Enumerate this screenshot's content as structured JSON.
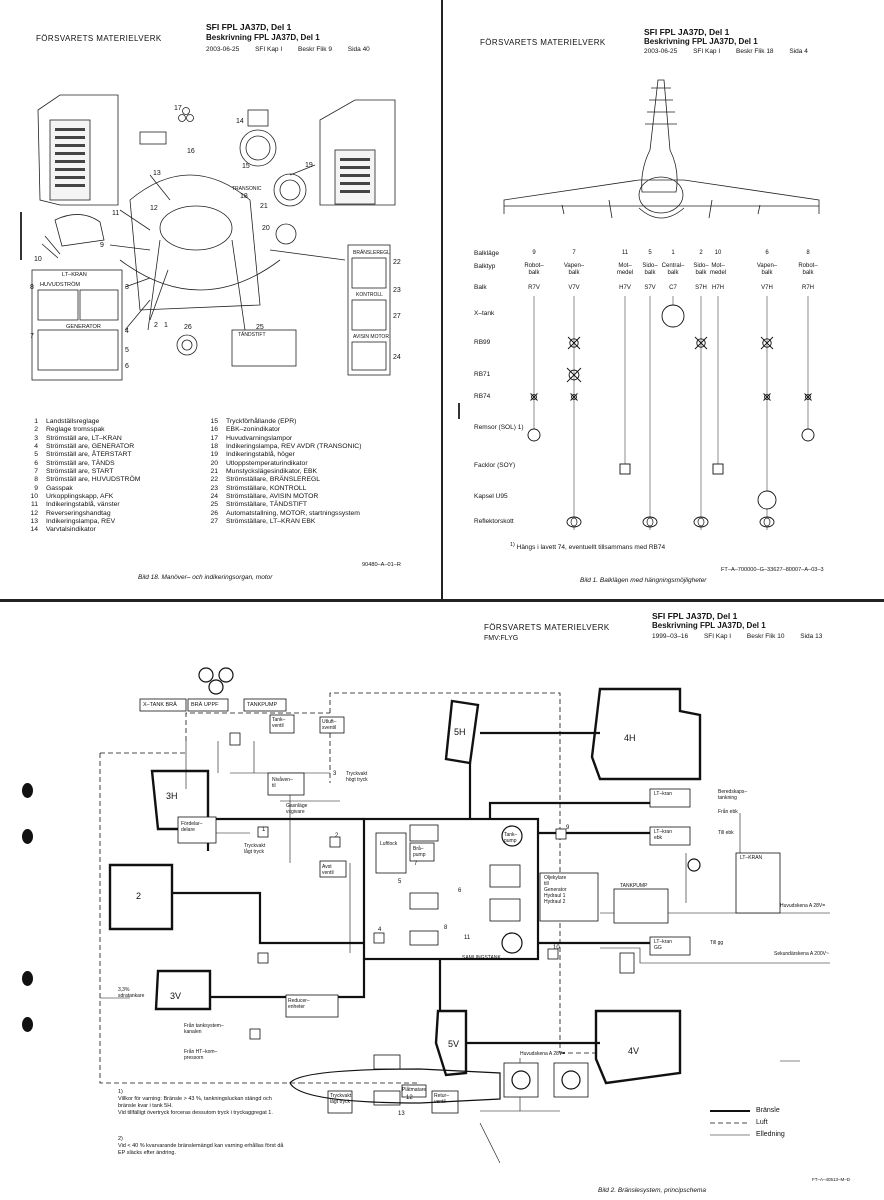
{
  "header_common": {
    "org": "FÖRSVARETS MATERIELVERK",
    "doc": "SFI FPL JA37D, Del 1",
    "desc": "Beskrivning FPL JA37D, Del 1"
  },
  "page1": {
    "date": "2003-06-25",
    "chapter": "SFI Kap I",
    "sheet": "Beskr Flik 9",
    "page": "Sida 40",
    "legend_left": [
      {
        "n": "1",
        "t": "Landställsreglage"
      },
      {
        "n": "2",
        "t": "Reglage tromsspak"
      },
      {
        "n": "3",
        "t": "Strömställ are, LT–KRAN"
      },
      {
        "n": "4",
        "t": "Strömställ are, GENERATOR"
      },
      {
        "n": "5",
        "t": "Strömställ are, ÅTERSTART"
      },
      {
        "n": "6",
        "t": "Strömställ are, TÄNDS"
      },
      {
        "n": "7",
        "t": "Strömställ are, START"
      },
      {
        "n": "8",
        "t": "Strömställ are, HUVUDSTRÖM"
      },
      {
        "n": "9",
        "t": "Gasspak"
      },
      {
        "n": "10",
        "t": "Urkopplingskapp, AFK"
      },
      {
        "n": "11",
        "t": "Indikeringstablå, vänster"
      },
      {
        "n": "12",
        "t": "Reverseringshandtag"
      },
      {
        "n": "13",
        "t": "Indikeringslampa, REV"
      },
      {
        "n": "14",
        "t": "Varvtalsindikator"
      }
    ],
    "legend_right": [
      {
        "n": "15",
        "t": "Tryckförhållande (EPR)"
      },
      {
        "n": "16",
        "t": "EBK–zonindikator"
      },
      {
        "n": "17",
        "t": "Huvudvarningslampor"
      },
      {
        "n": "18",
        "t": "Indikeringslampa, REV AVDR (TRANSONIC)"
      },
      {
        "n": "19",
        "t": "Indikeringstablå, höger"
      },
      {
        "n": "20",
        "t": "Utloppstemperaturindikator"
      },
      {
        "n": "21",
        "t": "Munstycksläges­indikator, EBK"
      },
      {
        "n": "22",
        "t": "Strömställare, BRÄNSLEREGL"
      },
      {
        "n": "23",
        "t": "Strömställare, KONTROLL"
      },
      {
        "n": "24",
        "t": "Strömställare, AVISIN MOTOR"
      },
      {
        "n": "25",
        "t": "Strömställare, TÄNDSTIFT"
      },
      {
        "n": "26",
        "t": "Automatstallning, MOTOR, startningssystem"
      },
      {
        "n": "27",
        "t": "Strömställare, LT–KRAN EBK"
      }
    ],
    "fig_code": "90480–A–01–R",
    "caption": "Bild 18.  Manöver– och indikeringsorgan, motor",
    "callouts": [
      "1",
      "2",
      "3",
      "4",
      "5",
      "6",
      "7",
      "8",
      "9",
      "10",
      "11",
      "12",
      "13",
      "14",
      "15",
      "16",
      "17",
      "18",
      "19",
      "20",
      "21",
      "22",
      "23",
      "24",
      "25",
      "26",
      "27"
    ],
    "panel_texts": {
      "lt_kran": "LT–KRAN",
      "huvudstrom": "HUVUDSTRÖM",
      "generator": "GENERATOR",
      "transonic": "TRANSONIC",
      "bransle": "BRÄNSLEREGL",
      "kontroll": "KONTROLL",
      "avisin": "AVISIN MOTOR",
      "tandstift": "TÄNDSTIFT"
    }
  },
  "page2": {
    "date": "2003-06-25",
    "chapter": "SFI Kap I",
    "sheet": "Beskr Flik 18",
    "page": "Sida 4",
    "row_labels": [
      "Balkläge",
      "Balktyp",
      "Balk",
      "X–tank",
      "RB99",
      "RB71",
      "RB74",
      "Remsor (SOL) 1)",
      "Facklor (SOY)",
      "Kapsel U95",
      "Reflektorskott"
    ],
    "positions": [
      "9",
      "7",
      "11",
      "5",
      "1",
      "2",
      "10",
      "6",
      "8"
    ],
    "types": [
      "Robot–\nbalk",
      "Vapen–\nbalk",
      "Mot–\nmedel",
      "Sido–\nbalk",
      "Central–\nbalk",
      "Sido–\nbalk",
      "Mot–\nmedel",
      "Vapen–\nbalk",
      "Robot–\nbalk"
    ],
    "balk": [
      "R7V",
      "V7V",
      "H7V",
      "S7V",
      "C7",
      "S7H",
      "H7H",
      "V7H",
      "R7H"
    ],
    "footnote_mark": "1)",
    "footnote": "Hängs i lavett 74, eventuellt tillsammans med RB74",
    "fig_code": "FT–A–700000–G–33627–80007–A–03–3",
    "caption": "Bild 1.  Balklägen med hängningsmöjligheter"
  },
  "page3": {
    "org": "FÖRSVARETS MATERIELVERK",
    "sub": "FMV:FLYG",
    "date": "1999–03–16",
    "chapter": "SFI Kap I",
    "sheet": "Beskr Flik 10",
    "page": "Sida 13",
    "tanks": [
      "3H",
      "2",
      "3V",
      "5H",
      "4H",
      "5V",
      "4V"
    ],
    "top_boxes": [
      "X–TANK BRÄ",
      "BRÄ UPPF",
      "TANKPUMP"
    ],
    "labels": {
      "tanka_ventil_top": "Tank–\nventil",
      "utlufts": "Utluft–\nsventil",
      "tryckvakt_hogt": "Tryckvakt\nhögt tryck",
      "nivaventil": "Nivåven–\ntil",
      "fordelare": "Fördelar–\ndelare",
      "tryckvakt_lagt": "Tryckvakt\nlågt tryck",
      "avst_ventil": "Avst\nventil",
      "luftlock": "Luftlock",
      "lysor": "Gasnläge\nvsgivare",
      "reduc": "Reducer–\nenheter",
      "fran_tanks": "Från tanksystem–\nkanalen",
      "fran_ht": "Från HT–kom–\npressorn",
      "tankning_left": "3,3%\nsdratankare",
      "brake_pump": "Brå–\npump",
      "tank_pump": "Tank–\npump",
      "samlingstank": "SAMLINGSTANK",
      "oljekylare": "Oljekylare\ntill\nGenerator\nHydraul 1\nHydraul 2",
      "tankpump_panel": "TANKPUMP",
      "beredskaps": "Beredskaps–\ntankning",
      "fran_ebk": "Från ebk",
      "lt_kran_ebk": "LT–kran\nebk",
      "till_ebk": "Till ebk",
      "lt_kran_gg": "LT–kran\nGG",
      "till_gg": "Till gg",
      "huvudskena_28v": "Huvudskena A 28V=",
      "sekundar": "Sekundärskena A 200V~",
      "huvudskena_b": "Huvudskena A 28V=",
      "plattmatare": "Plåtmatare",
      "retur_ventil": "Retur–\nventil",
      "tryckvakt_lagt2": "Tryckvakt\nlågt tryck",
      "lt_kran_panel": "LT–KRAN",
      "lt_kran_emk": "LT–kran"
    },
    "notes": [
      {
        "n": "1)",
        "t": "Villkor för varning: Bränsle > 43 %, tankningsluckan stängd och bränsle kvar i tank 5H.\nVid tillfälligt övertryck forceras dessutom tryck i tryckaggregat 1."
      },
      {
        "n": "2)",
        "t": "Vid  < 40 % kvarvarande bränslemängd kan varning erhållas först då EP släcks efter ändring."
      }
    ],
    "legend": [
      {
        "label": "Bränsle",
        "style": "solid"
      },
      {
        "label": "Luft",
        "style": "dashed"
      },
      {
        "label": "Elledning",
        "style": "thin"
      }
    ],
    "fig_code": "FT–A–40513–M–D",
    "caption": "Bild 2.  Bränslesystem, principschema",
    "numbers": [
      "1",
      "2",
      "3",
      "4",
      "5",
      "6",
      "7",
      "8",
      "9",
      "10",
      "11",
      "12",
      "13"
    ]
  }
}
